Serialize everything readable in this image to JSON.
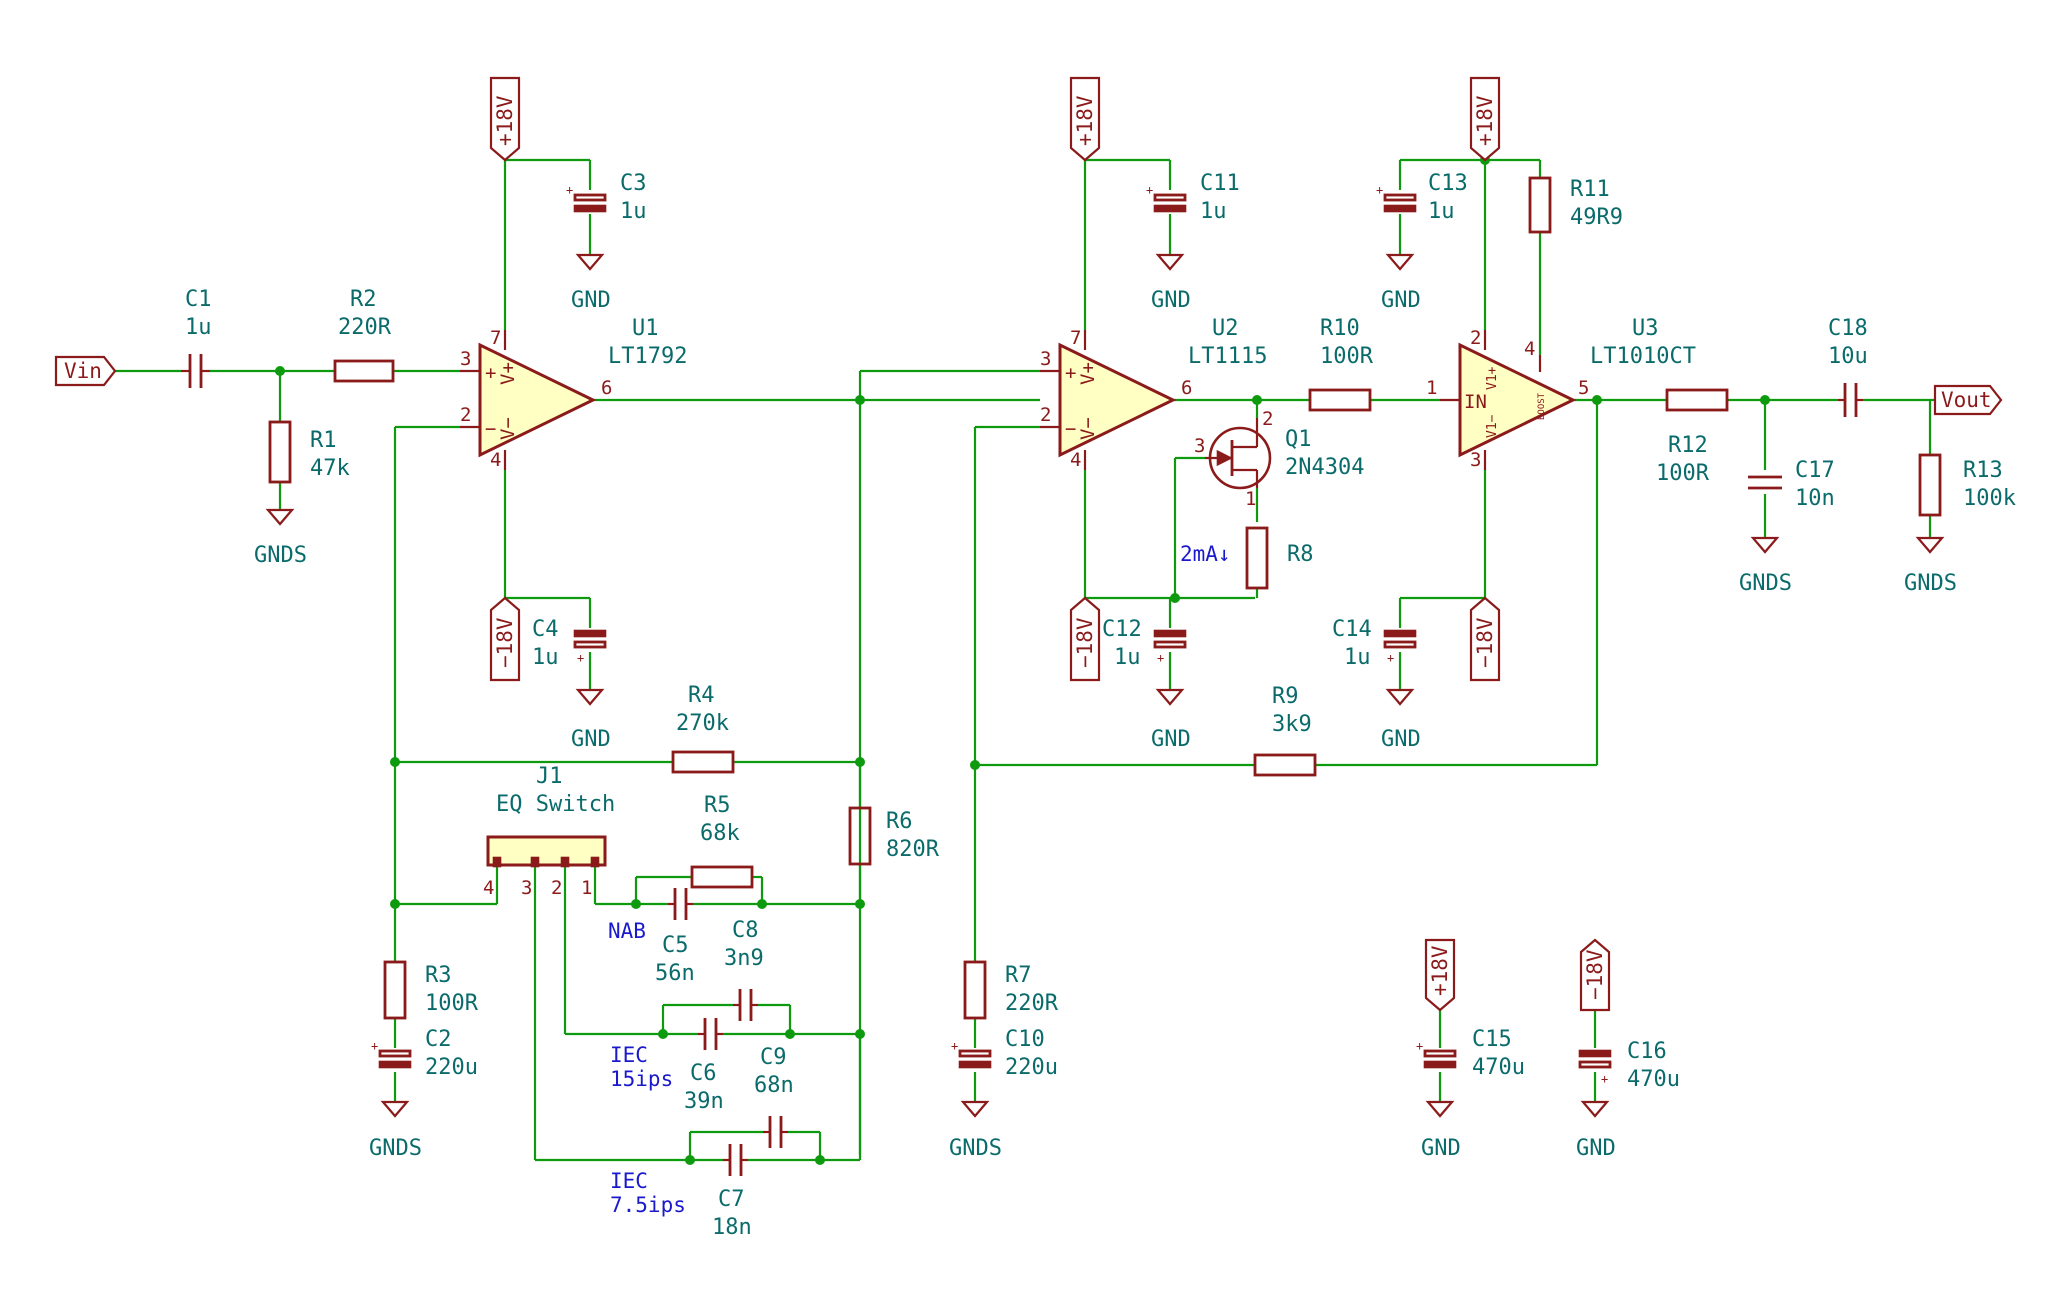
{
  "components": {
    "C1": {
      "ref": "C1",
      "value": "1u"
    },
    "R2": {
      "ref": "R2",
      "value": "220R"
    },
    "R1": {
      "ref": "R1",
      "value": "47k"
    },
    "U1": {
      "ref": "U1",
      "value": "LT1792"
    },
    "C3": {
      "ref": "C3",
      "value": "1u"
    },
    "C4": {
      "ref": "C4",
      "value": "1u"
    },
    "R4": {
      "ref": "R4",
      "value": "270k"
    },
    "J1": {
      "ref": "J1",
      "value": "EQ Switch"
    },
    "R5": {
      "ref": "R5",
      "value": "68k"
    },
    "R6": {
      "ref": "R6",
      "value": "820R"
    },
    "C5": {
      "ref": "C5",
      "value": "56n"
    },
    "C8": {
      "ref": "C8",
      "value": "3n9"
    },
    "C6": {
      "ref": "C6",
      "value": "39n"
    },
    "C9": {
      "ref": "C9",
      "value": "68n"
    },
    "C7": {
      "ref": "C7",
      "value": "18n"
    },
    "R3": {
      "ref": "R3",
      "value": "100R"
    },
    "C2": {
      "ref": "C2",
      "value": "220u"
    },
    "U2": {
      "ref": "U2",
      "value": "LT1115"
    },
    "C11": {
      "ref": "C11",
      "value": "1u"
    },
    "C12": {
      "ref": "C12",
      "value": "1u"
    },
    "Q1": {
      "ref": "Q1",
      "value": "2N4304"
    },
    "R8": {
      "ref": "R8"
    },
    "R10": {
      "ref": "R10",
      "value": "100R"
    },
    "R9": {
      "ref": "R9",
      "value": "3k9"
    },
    "R7": {
      "ref": "R7",
      "value": "220R"
    },
    "C10": {
      "ref": "C10",
      "value": "220u"
    },
    "U3": {
      "ref": "U3",
      "value": "LT1010CT"
    },
    "C13": {
      "ref": "C13",
      "value": "1u"
    },
    "C14": {
      "ref": "C14",
      "value": "1u"
    },
    "R11": {
      "ref": "R11",
      "value": "49R9"
    },
    "R12": {
      "ref": "R12",
      "value": "100R"
    },
    "C17": {
      "ref": "C17",
      "value": "10n"
    },
    "C18": {
      "ref": "C18",
      "value": "10u"
    },
    "R13": {
      "ref": "R13",
      "value": "100k"
    },
    "C15": {
      "ref": "C15",
      "value": "470u"
    },
    "C16": {
      "ref": "C16",
      "value": "470u"
    }
  },
  "ports": {
    "vin": "Vin",
    "vout": "Vout"
  },
  "rails": {
    "pos": "+18V",
    "neg": "−18V",
    "gnd": "GND",
    "gnds": "GNDS"
  },
  "annotations": {
    "nab": "NAB",
    "iec15_a": "IEC",
    "iec15_b": "15ips",
    "iec75_a": "IEC",
    "iec75_b": "7.5ips",
    "current": "2mA↓"
  },
  "pins": {
    "p1": "1",
    "p2": "2",
    "p3": "3",
    "p4": "4",
    "p5": "5",
    "p6": "6",
    "p7": "7",
    "vplus": "V+",
    "vminus": "V−",
    "plus": "+",
    "minus": "−",
    "in": "IN",
    "v1plus": "V1+",
    "v1minus": "V1−",
    "boost": "BOOST"
  },
  "colors": {
    "wire": "#0e9a0e",
    "symbol": "#8b1a1a",
    "text": "#0b6b6b",
    "annotation": "#1a1acc",
    "opamp_fill": "#ffffc4"
  }
}
